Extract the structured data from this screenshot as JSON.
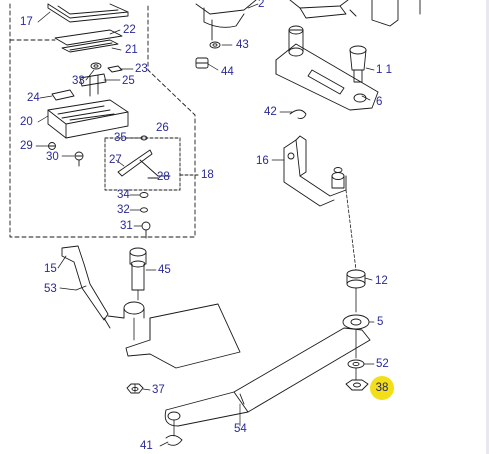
{
  "diagram": {
    "callouts": [
      {
        "id": "17",
        "text": "17"
      },
      {
        "id": "22",
        "text": "22"
      },
      {
        "id": "21",
        "text": "21"
      },
      {
        "id": "23",
        "text": "23"
      },
      {
        "id": "33",
        "text": "33"
      },
      {
        "id": "25",
        "text": "25"
      },
      {
        "id": "24",
        "text": "24"
      },
      {
        "id": "20",
        "text": "20"
      },
      {
        "id": "29",
        "text": "29"
      },
      {
        "id": "30",
        "text": "30"
      },
      {
        "id": "35",
        "text": "35"
      },
      {
        "id": "26",
        "text": "26"
      },
      {
        "id": "27",
        "text": "27"
      },
      {
        "id": "28",
        "text": "28"
      },
      {
        "id": "18",
        "text": "18"
      },
      {
        "id": "34",
        "text": "34"
      },
      {
        "id": "32",
        "text": "32"
      },
      {
        "id": "31",
        "text": "31"
      },
      {
        "id": "2",
        "text": "2"
      },
      {
        "id": "43",
        "text": "43"
      },
      {
        "id": "44",
        "text": "44"
      },
      {
        "id": "11",
        "text": "1 1"
      },
      {
        "id": "6",
        "text": "6"
      },
      {
        "id": "42",
        "text": "42"
      },
      {
        "id": "16",
        "text": "16"
      },
      {
        "id": "15",
        "text": "15"
      },
      {
        "id": "45",
        "text": "45"
      },
      {
        "id": "53",
        "text": "53"
      },
      {
        "id": "12",
        "text": "12"
      },
      {
        "id": "5",
        "text": "5"
      },
      {
        "id": "52",
        "text": "52"
      },
      {
        "id": "38",
        "text": "38",
        "highlighted": true
      },
      {
        "id": "37",
        "text": "37"
      },
      {
        "id": "54",
        "text": "54"
      },
      {
        "id": "41",
        "text": "41"
      }
    ],
    "colors": {
      "callout_text": "#2a2a9a",
      "highlight": "#f3df18",
      "line": "#1a1a1a"
    }
  }
}
